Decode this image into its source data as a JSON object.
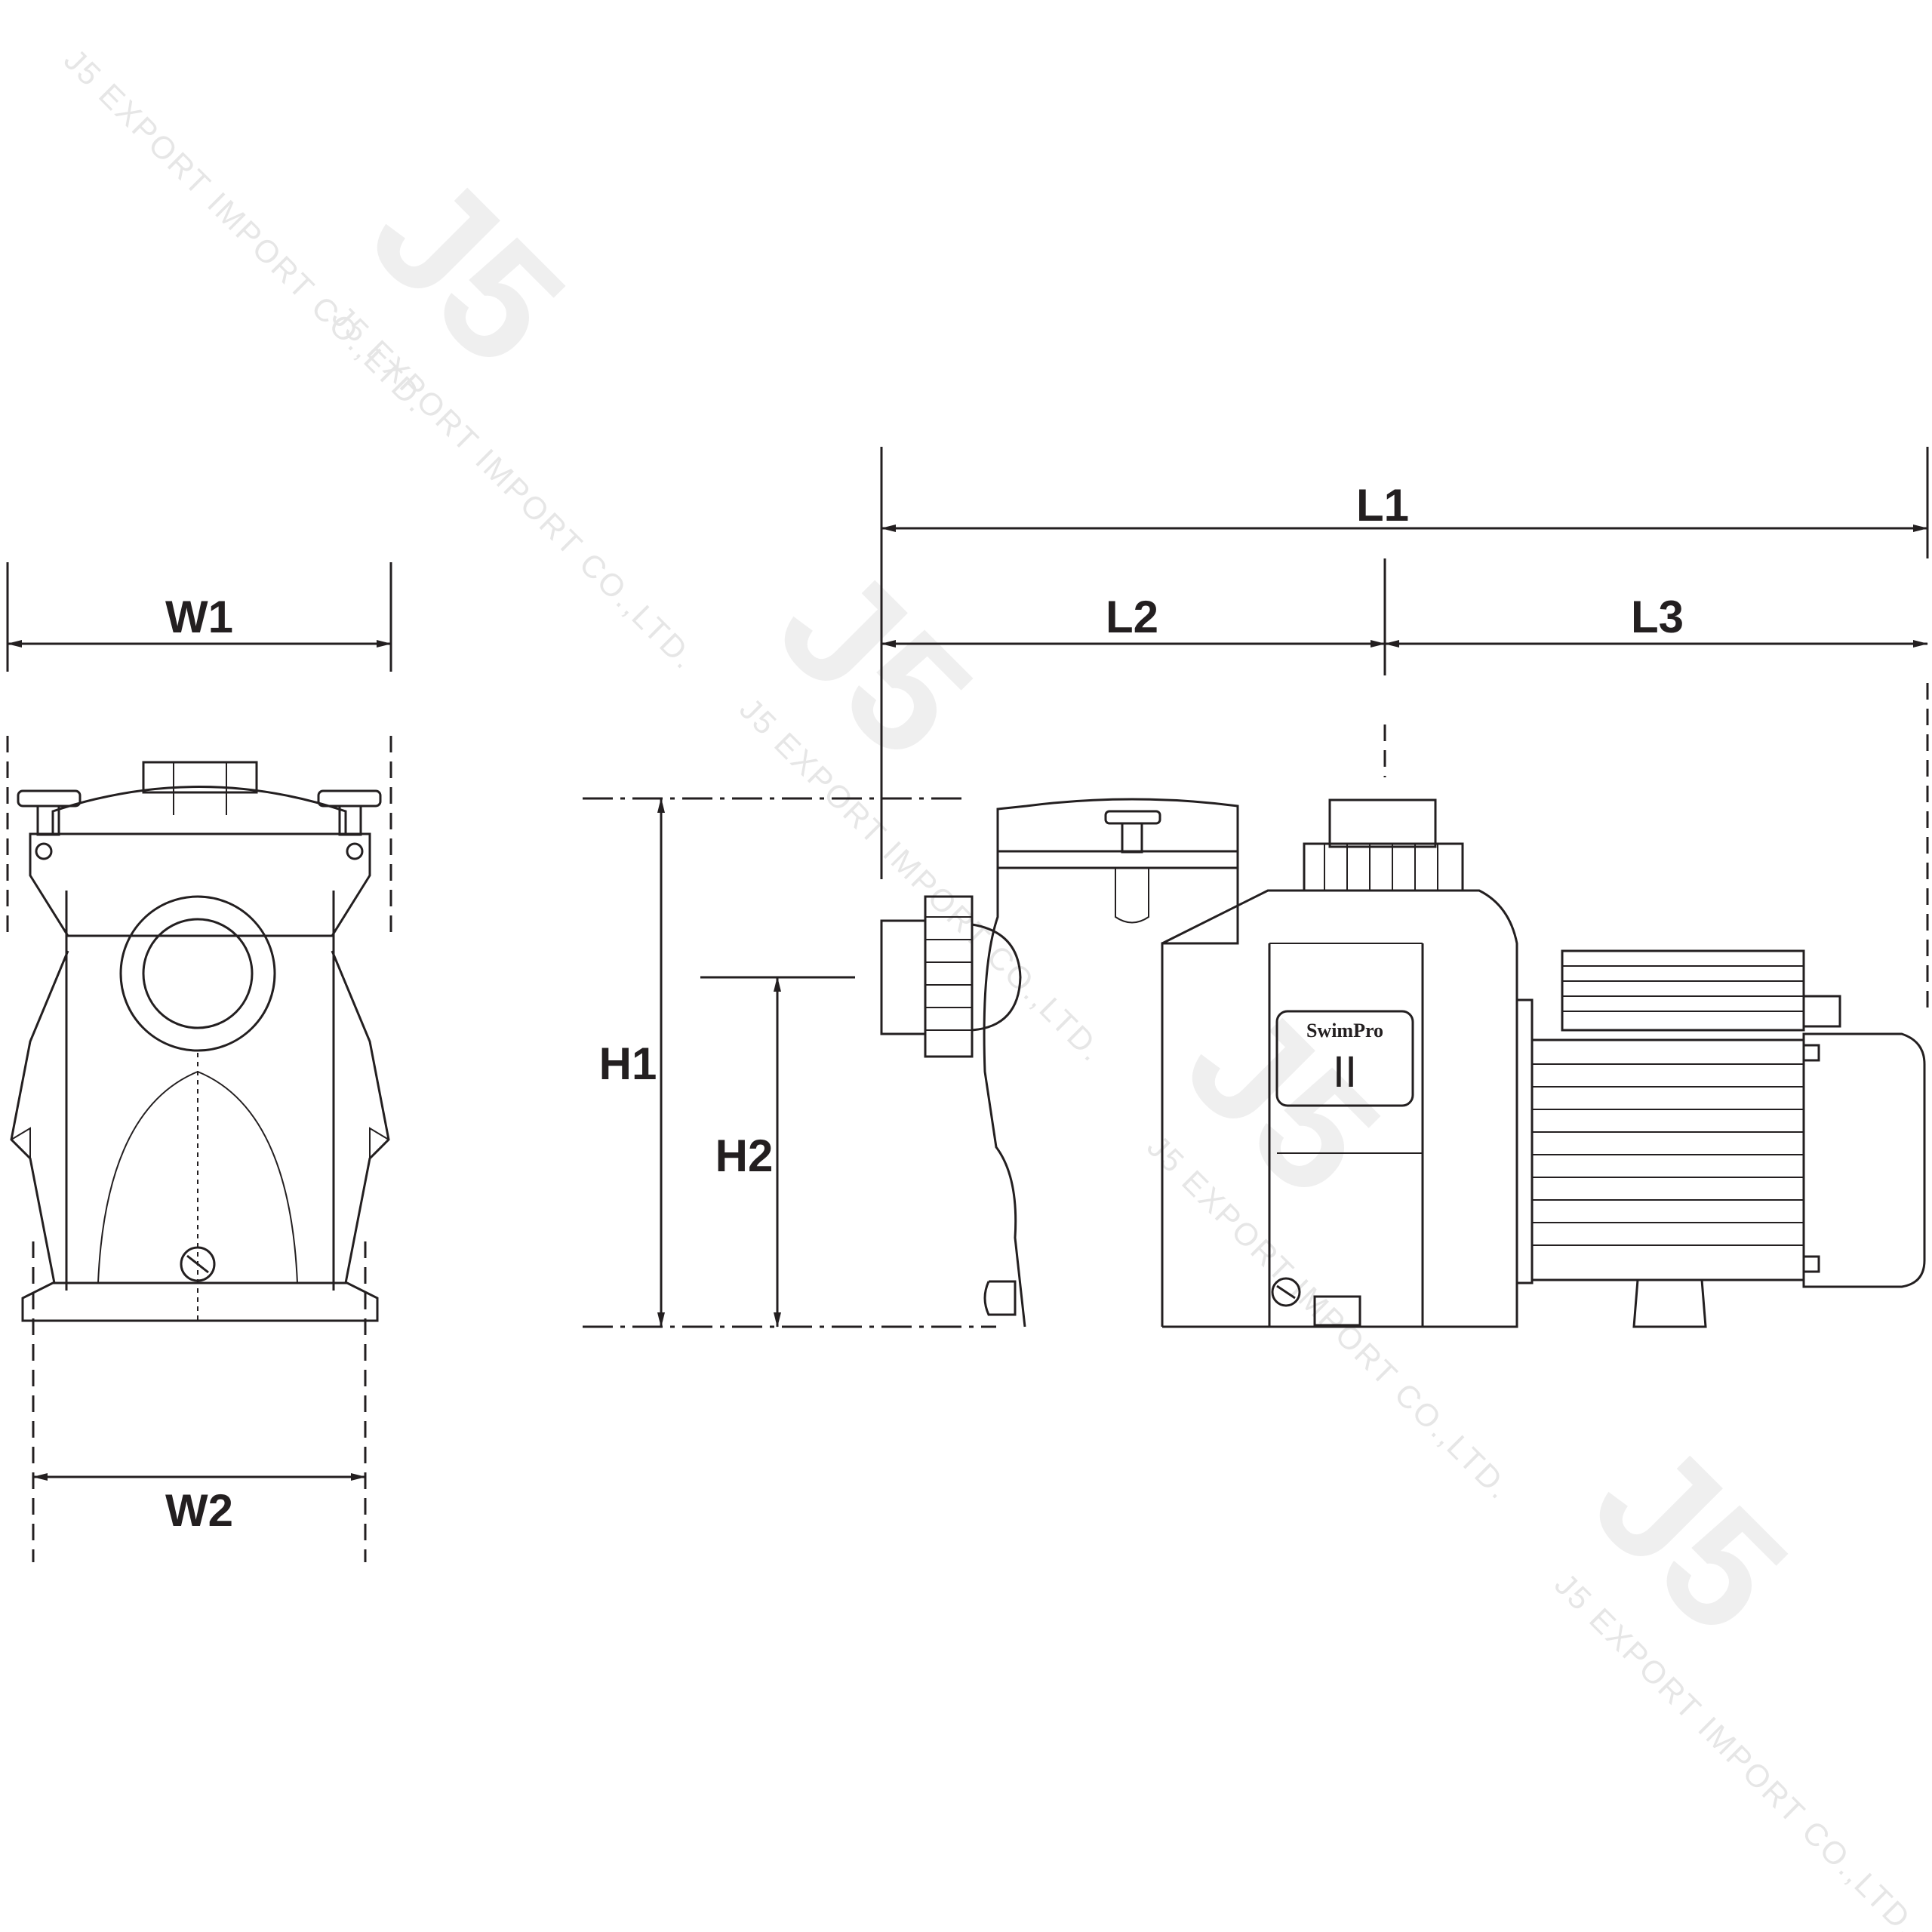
{
  "watermark": {
    "logo": "J5",
    "text": "J5 EXPORT IMPORT CO.,LTD."
  },
  "dimensions": {
    "w1": "W1",
    "w2": "W2",
    "h1": "H1",
    "h2": "H2",
    "l1": "L1",
    "l2": "L2",
    "l3": "L3"
  },
  "product": {
    "brand": "SwimPro",
    "model_mark": "II"
  }
}
